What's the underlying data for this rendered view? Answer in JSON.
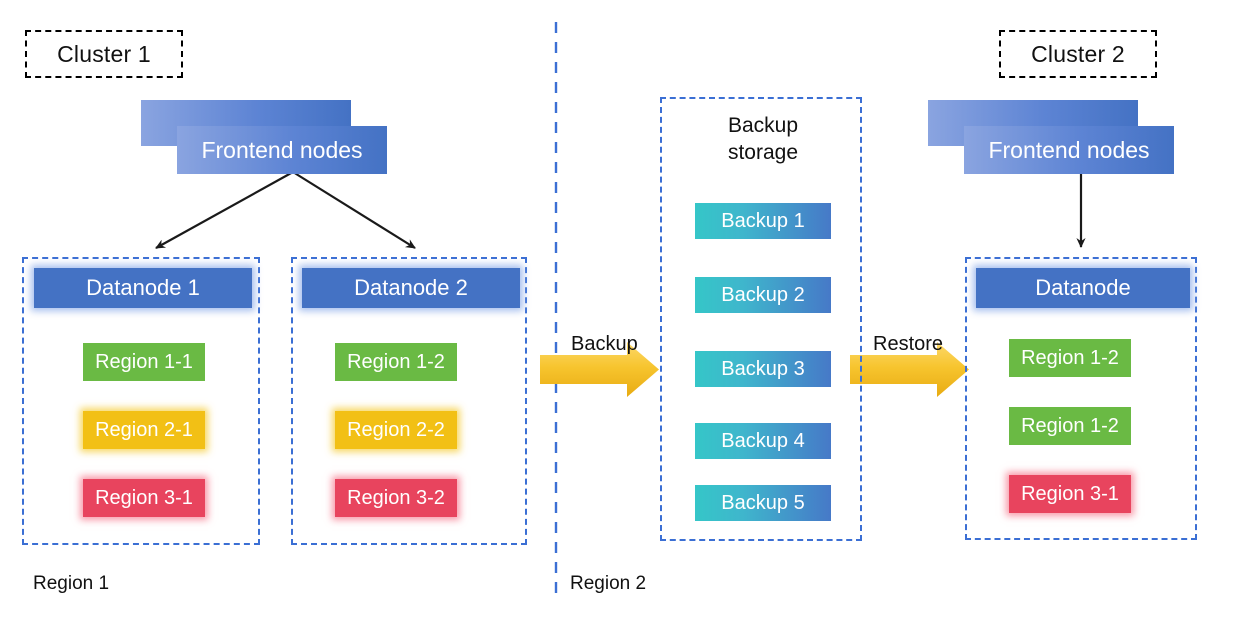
{
  "diagram": {
    "title_left": "Cluster 1",
    "title_right": "Cluster 2",
    "region_label_left": "Region 1",
    "region_label_right": "Region 2",
    "colors": {
      "node_blue": "#4472C4",
      "frontend_gradient_from": "#8AA4E0",
      "frontend_gradient_to": "#4472C4",
      "region_green": "#6ABA44",
      "region_yellow": "#F2C015",
      "region_red": "#E8445E",
      "backup_gradient_from": "#35C6C8",
      "backup_gradient_to": "#4679C8",
      "dashed_blue": "#3B6FD4",
      "dashed_black": "#000000",
      "arrow_yellow": "#F5C242",
      "arrow_black": "#1A1A1A"
    }
  },
  "cluster1": {
    "frontend_label": "Frontend nodes",
    "datanodes": [
      {
        "header": "Datanode 1",
        "regions": [
          {
            "label": "Region 1-1",
            "color": "green"
          },
          {
            "label": "Region 2-1",
            "color": "yellow"
          },
          {
            "label": "Region 3-1",
            "color": "red"
          }
        ]
      },
      {
        "header": "Datanode 2",
        "regions": [
          {
            "label": "Region 1-2",
            "color": "green"
          },
          {
            "label": "Region 2-2",
            "color": "yellow"
          },
          {
            "label": "Region 3-2",
            "color": "red"
          }
        ]
      }
    ]
  },
  "backup_storage": {
    "title": "Backup\nstorage",
    "items": [
      {
        "label": "Backup 1"
      },
      {
        "label": "Backup 2"
      },
      {
        "label": "Backup 3"
      },
      {
        "label": "Backup 4"
      },
      {
        "label": "Backup 5"
      }
    ]
  },
  "cluster2": {
    "frontend_label": "Frontend nodes",
    "datanode": {
      "header": "Datanode",
      "regions": [
        {
          "label": "Region 1-2",
          "color": "green"
        },
        {
          "label": "Region 1-2",
          "color": "green"
        },
        {
          "label": "Region 3-1",
          "color": "red"
        }
      ]
    }
  },
  "flows": [
    {
      "label": "Backup"
    },
    {
      "label": "Restore"
    }
  ]
}
